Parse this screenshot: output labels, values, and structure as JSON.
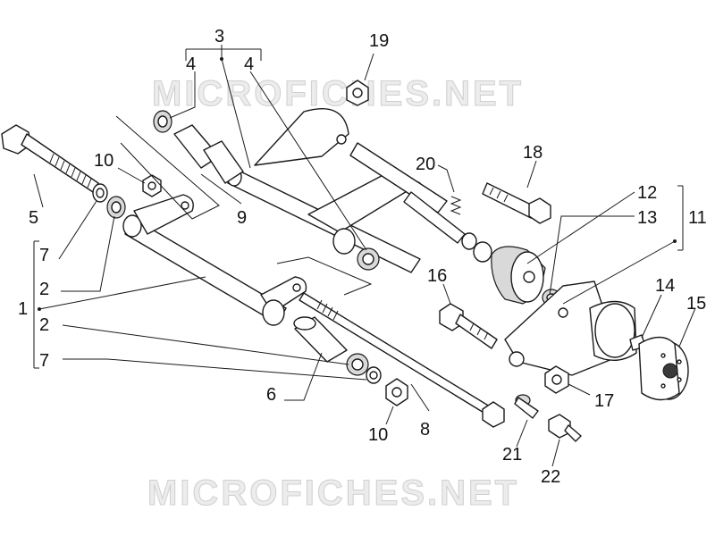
{
  "watermark": {
    "top": "MICROFICHES.NET",
    "bottom": "MICROFICHES.NET"
  },
  "callouts": {
    "c1": "1",
    "c2a": "2",
    "c2b": "2",
    "c3": "3",
    "c4a": "4",
    "c4b": "4",
    "c5": "5",
    "c6": "6",
    "c7a": "7",
    "c7b": "7",
    "c8": "8",
    "c9": "9",
    "c10a": "10",
    "c10b": "10",
    "c11": "11",
    "c12": "12",
    "c13": "13",
    "c14": "14",
    "c15": "15",
    "c16": "16",
    "c17": "17",
    "c18": "18",
    "c19": "19",
    "c20": "20",
    "c21": "21",
    "c22": "22"
  }
}
